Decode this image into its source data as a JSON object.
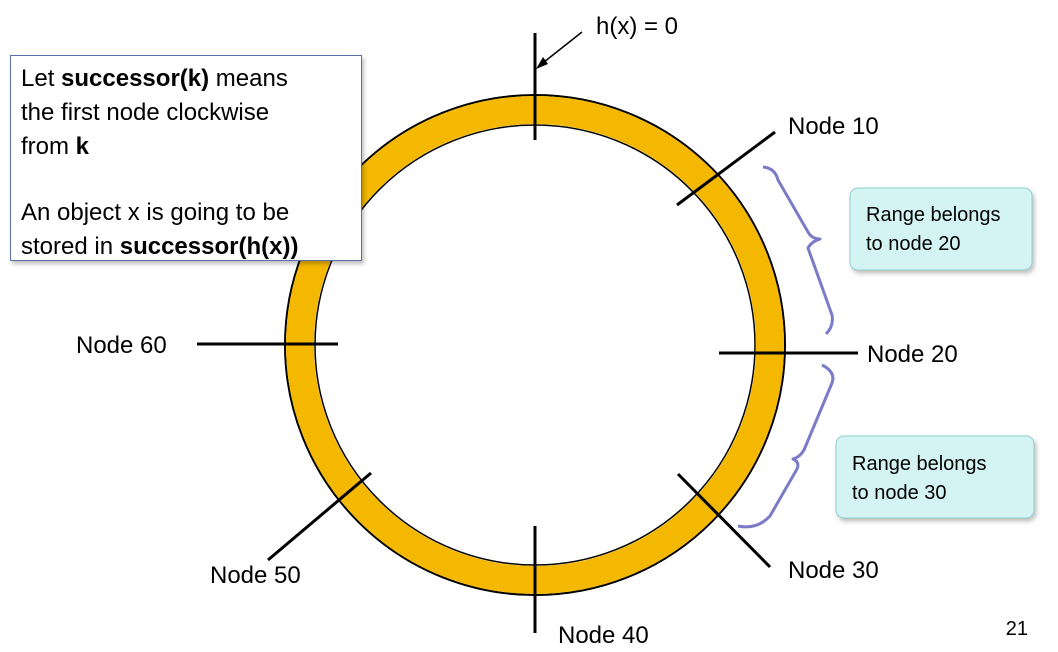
{
  "ring": {
    "fill_color": "#f5b800",
    "outline_color": "#000000",
    "marker_color": "#000000",
    "bracket_color": "#7b7bc8"
  },
  "origin_label": "h(x) = 0",
  "nodes": {
    "node_10": "Node 10",
    "node_20": "Node 20",
    "node_30": "Node 30",
    "node_40": "Node 40",
    "node_50": "Node 50",
    "node_60": "Node 60"
  },
  "definition": {
    "line1_prefix": "Let ",
    "line1_bold": "successor(k)",
    "line1_suffix": " means",
    "line2": "the first node clockwise",
    "line3_prefix": "from ",
    "line3_bold": "k",
    "line4": "An object x is going to be",
    "line5_prefix": "stored in ",
    "line5_bold": "successor(h(x))"
  },
  "callouts": {
    "range_20_line1": "Range belongs",
    "range_20_line2": "to node 20",
    "range_30_line1": "Range belongs",
    "range_30_line2": "to node 30",
    "fill_color": "#d4f4f4",
    "border_color": "#8fcfcf"
  },
  "page_number": "21"
}
